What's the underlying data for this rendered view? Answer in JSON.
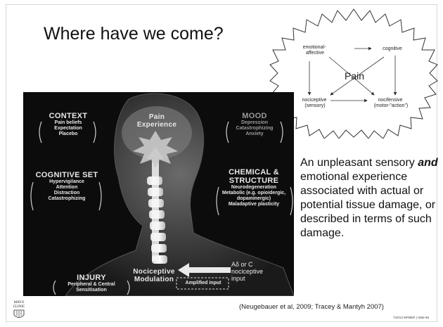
{
  "title": "Where have we come?",
  "star": {
    "center": "Pain",
    "top_left": [
      "emotional-",
      "affective"
    ],
    "top_right": "cognitive",
    "bottom_left": [
      "nociceptive",
      "(sensory)"
    ],
    "bottom_right": [
      "nocifensive",
      "(motor-\"action\")"
    ]
  },
  "definition": {
    "pre": "An unpleasant sensory ",
    "emph": "and",
    "post": " emotional experience associated with actual or potential tissue damage, or described in terms of such damage."
  },
  "image": {
    "context": {
      "title": "CONTEXT",
      "items": [
        "Pain beliefs",
        "Expectation",
        "Placebo"
      ]
    },
    "mood": {
      "title": "MOOD",
      "items": [
        "Depression",
        "Catastrophizing",
        "Anxiety"
      ]
    },
    "pain_experience": [
      "Pain",
      "Experience"
    ],
    "cognitive_set": {
      "title": "COGNITIVE SET",
      "items": [
        "Hypervigilance",
        "Attention",
        "Distraction",
        "Catastrophizing"
      ]
    },
    "chemical": {
      "title": [
        "CHEMICAL &",
        "STRUCTURE"
      ],
      "items": [
        "Neurodegeneration",
        "Metabolic (e.g. opioidergic,",
        "dopaminergic)",
        "Maladaptive plasticity"
      ]
    },
    "injury": {
      "title": "INJURY",
      "items": [
        "Peripheral & Central",
        "Sensitisation"
      ]
    },
    "modulation": [
      "Nociceptive",
      "Modulation"
    ],
    "amplified": "Amplified input",
    "input": [
      "Aδ or C",
      "nociceptive",
      "input"
    ]
  },
  "logo": [
    "MAYO",
    "CLINIC"
  ],
  "citation": "(Neugebauer et al, 2009; Tracey & Mantyh 2007)",
  "footer": "©2013 MFMER  |  slide-68"
}
